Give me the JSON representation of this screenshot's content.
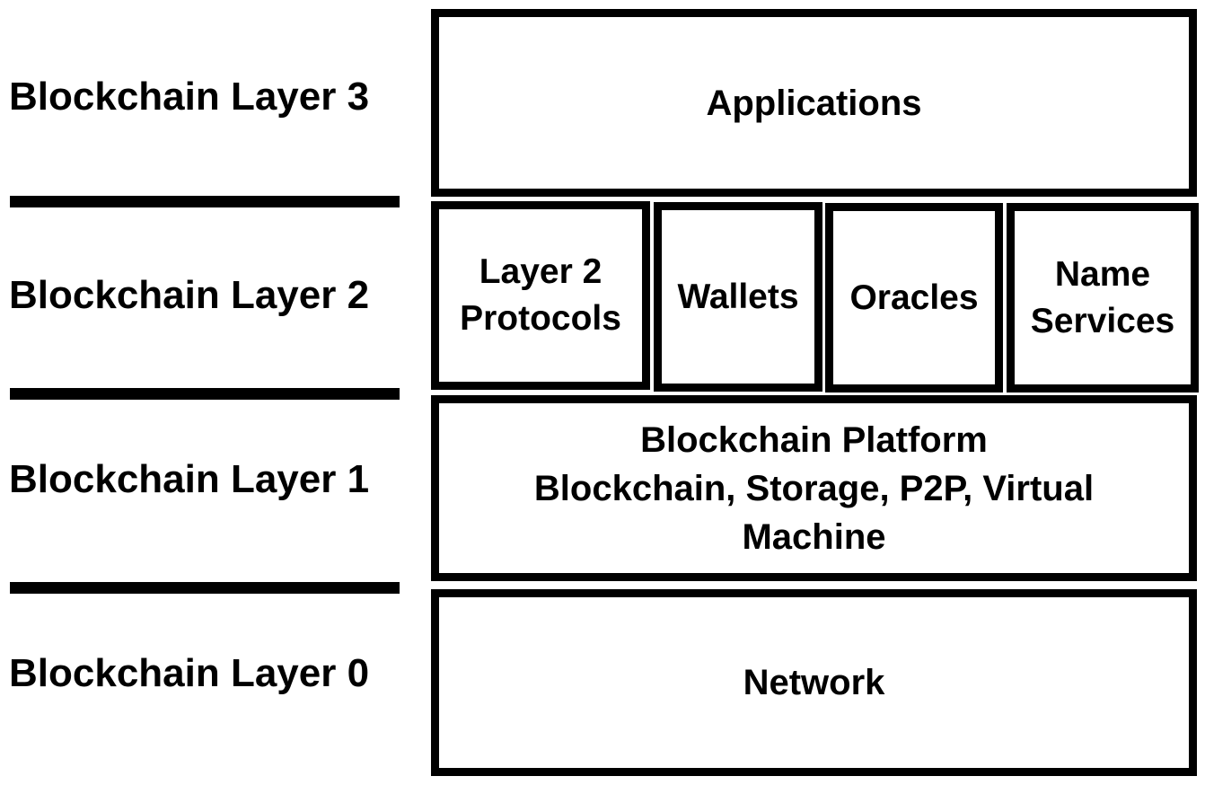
{
  "layers": [
    {
      "label": "Blockchain Layer 3"
    },
    {
      "label": "Blockchain Layer 2"
    },
    {
      "label": "Blockchain Layer 1"
    },
    {
      "label": "Blockchain Layer 0"
    }
  ],
  "layer3": {
    "applications": "Applications"
  },
  "layer2": {
    "layer2_protocols": {
      "line1": "Layer 2",
      "line2": "Protocols"
    },
    "wallets": "Wallets",
    "oracles": "Oracles",
    "name_services": {
      "line1": "Name",
      "line2": "Services"
    }
  },
  "layer1": {
    "line1": "Blockchain Platform",
    "line2": "Blockchain, Storage, P2P, Virtual",
    "line3": "Machine"
  },
  "layer0": {
    "network": "Network"
  },
  "colors": {
    "stroke": "#000000",
    "background": "#ffffff"
  }
}
